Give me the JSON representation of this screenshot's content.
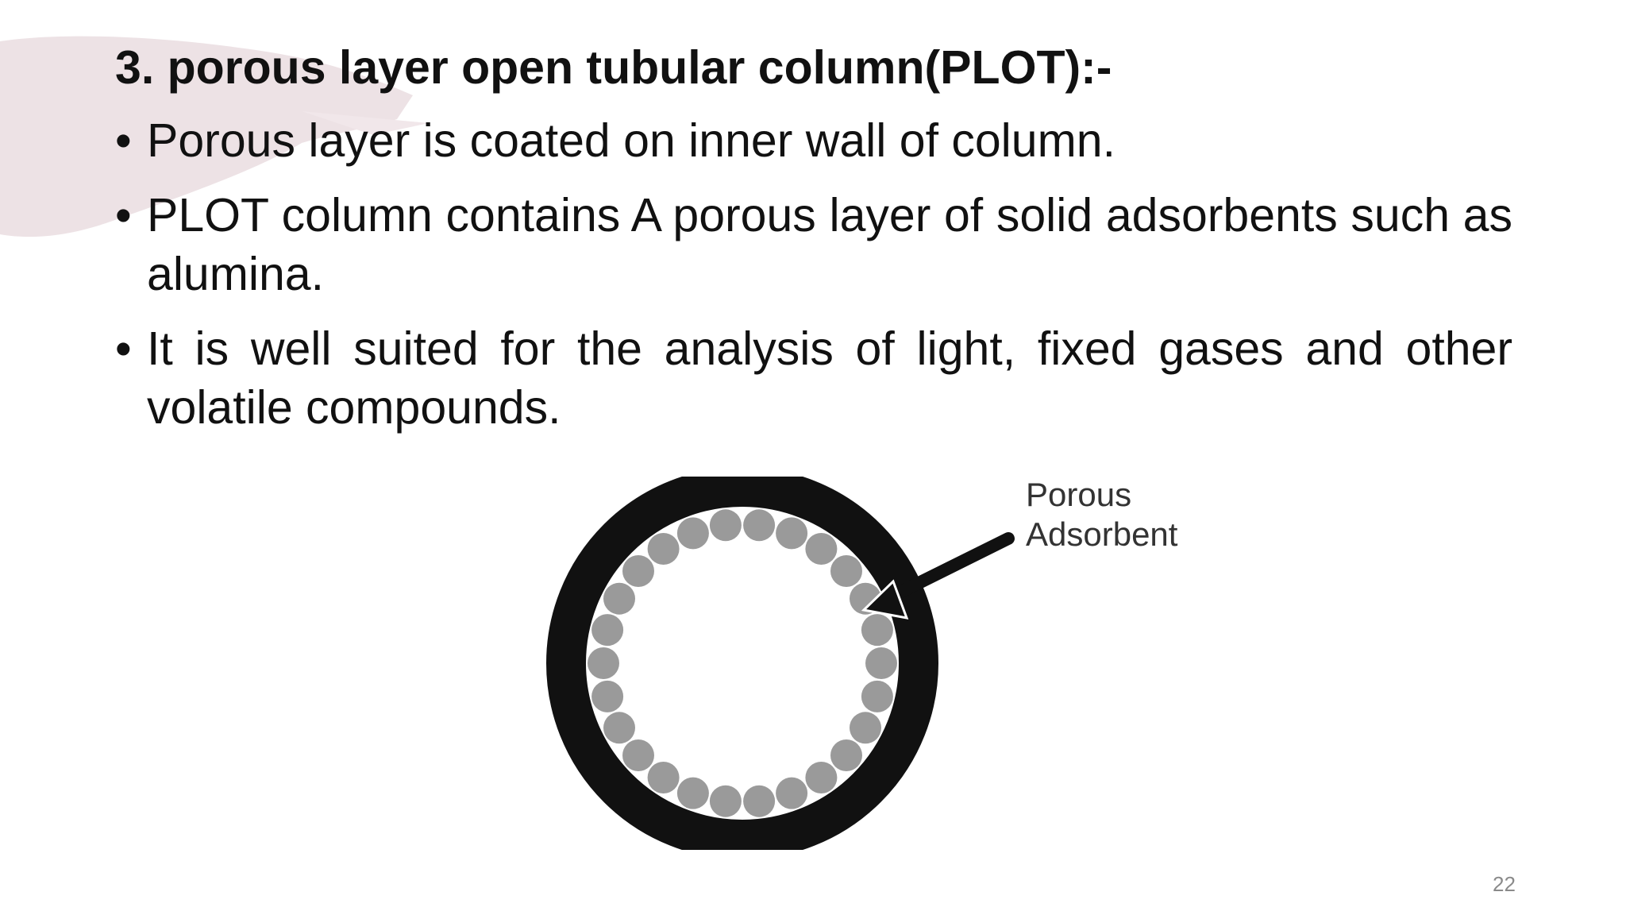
{
  "slide": {
    "title": "3. porous layer open tubular column(PLOT):-",
    "bullets": [
      {
        "marker": "•",
        "text": "Porous layer is coated on inner wall of column."
      },
      {
        "marker": "•",
        "text": "PLOT column contains A porous layer of solid adsorbents such as alumina."
      },
      {
        "marker": "•",
        "text": "It is well suited for the analysis of light, fixed gases  and other volatile compounds."
      }
    ],
    "diagram": {
      "label_line1": "Porous",
      "label_line2": "Adsorbent"
    },
    "page_number": "22"
  },
  "colors": {
    "brush": "#ede2e5",
    "column_wall": "#111111",
    "adsorbent": "#9a9a9a",
    "text": "#111111",
    "page_number": "#8a8a8a"
  }
}
